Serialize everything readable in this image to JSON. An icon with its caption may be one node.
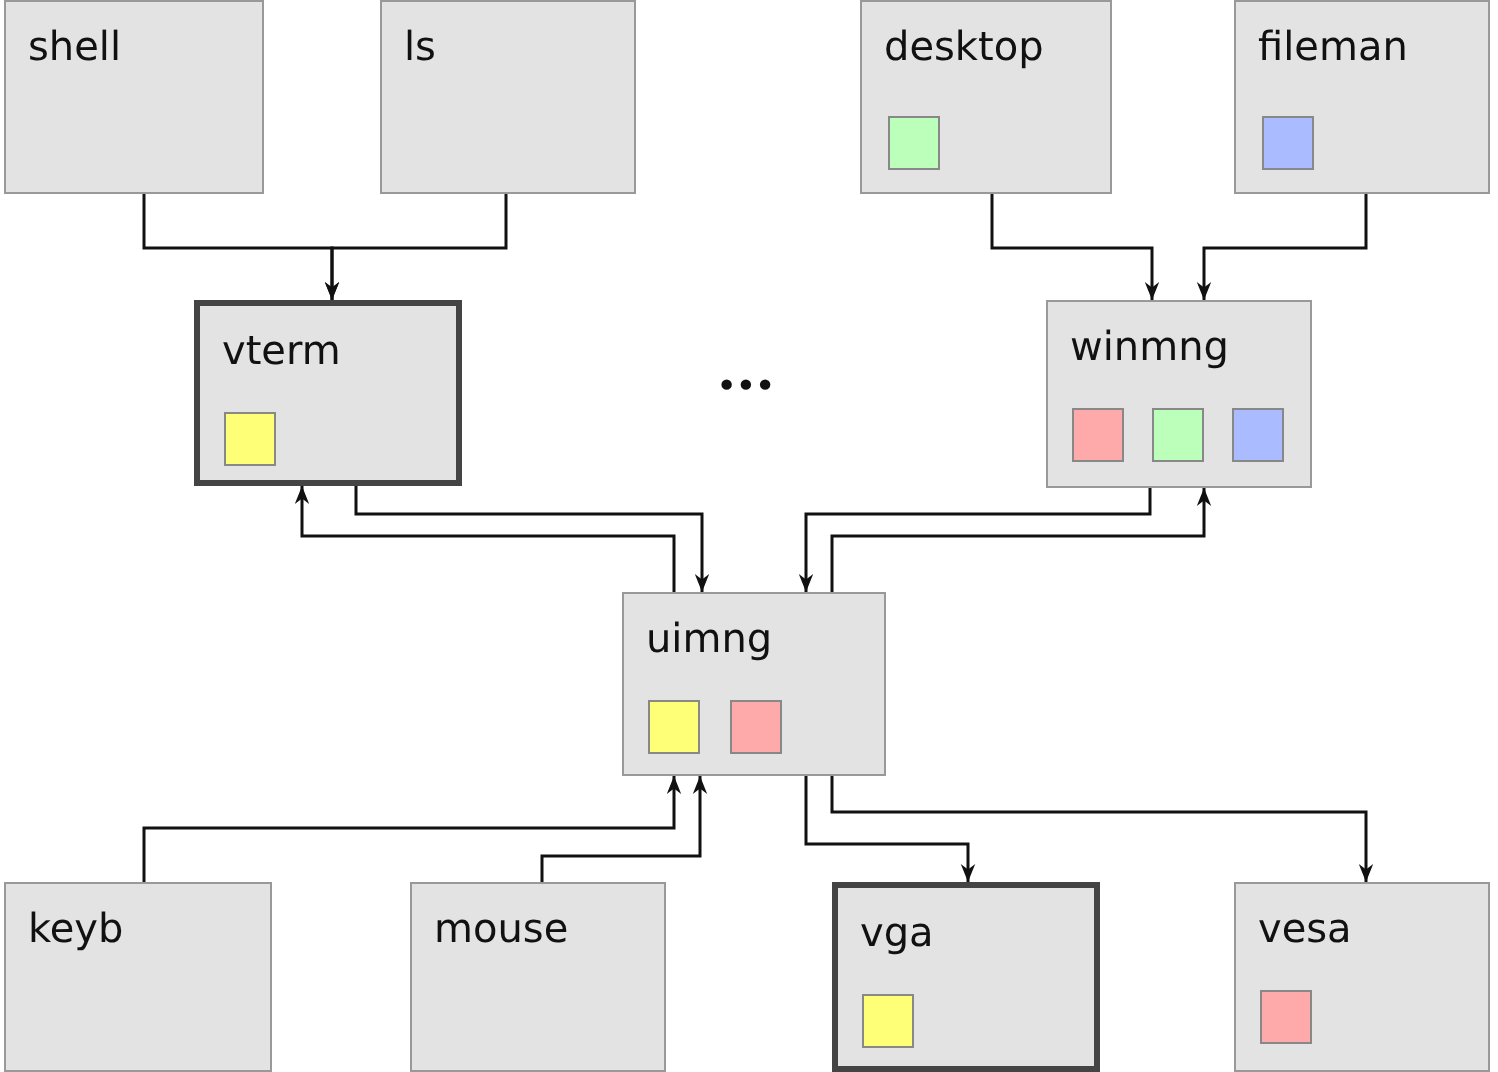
{
  "diagram": {
    "nodes": [
      {
        "text": [
          "shell"
        ]
      },
      {
        "text": [
          "ls"
        ]
      },
      {
        "text": [
          "desktop"
        ]
      },
      {
        "text": [],
        "shape": "box",
        "in": 2
      },
      {
        "text": [
          "fileman"
        ]
      },
      {
        "text": [],
        "shape": "box",
        "in": 4
      },
      {
        "text": [
          "vterm"
        ]
      },
      {
        "text": [],
        "shape": "box",
        "in": 6
      },
      {
        "text": [
          "winmng"
        ]
      },
      {
        "text": [],
        "shape": "box",
        "in": 8
      },
      {
        "text": [],
        "shape": "box",
        "in": 8
      },
      {
        "text": [],
        "shape": "box",
        "in": 8
      },
      {
        "text": [
          "uimng"
        ]
      },
      {
        "text": [],
        "shape": "box",
        "in": 12
      },
      {
        "text": [],
        "shape": "box",
        "in": 12
      },
      {
        "text": [
          "keyb"
        ]
      },
      {
        "text": [
          "mouse"
        ]
      },
      {
        "text": [
          "vga"
        ]
      },
      {
        "text": [],
        "shape": "box",
        "in": 17
      },
      {
        "text": [
          "vesa"
        ]
      },
      {
        "text": [],
        "shape": "box",
        "in": 19
      }
    ],
    "edges": [
      {
        "from": 0,
        "to": 6,
        "arrow": "to"
      },
      {
        "from": 1,
        "to": 6,
        "arrow": "to"
      },
      {
        "from": 2,
        "to": 8,
        "arrow": "to"
      },
      {
        "from": 4,
        "to": 8,
        "arrow": "to"
      },
      {
        "from": 6,
        "to": 12,
        "arrow": "to"
      },
      {
        "from": 12,
        "to": 6,
        "arrow": "to"
      },
      {
        "from": 8,
        "to": 12,
        "arrow": "to"
      },
      {
        "from": 12,
        "to": 8,
        "arrow": "to"
      },
      {
        "from": 15,
        "to": 12,
        "arrow": "to"
      },
      {
        "from": 16,
        "to": 12,
        "arrow": "to"
      },
      {
        "from": 12,
        "to": 17,
        "arrow": "to"
      },
      {
        "from": 12,
        "to": 19,
        "arrow": "to"
      }
    ],
    "labels": [
      "•••"
    ]
  }
}
